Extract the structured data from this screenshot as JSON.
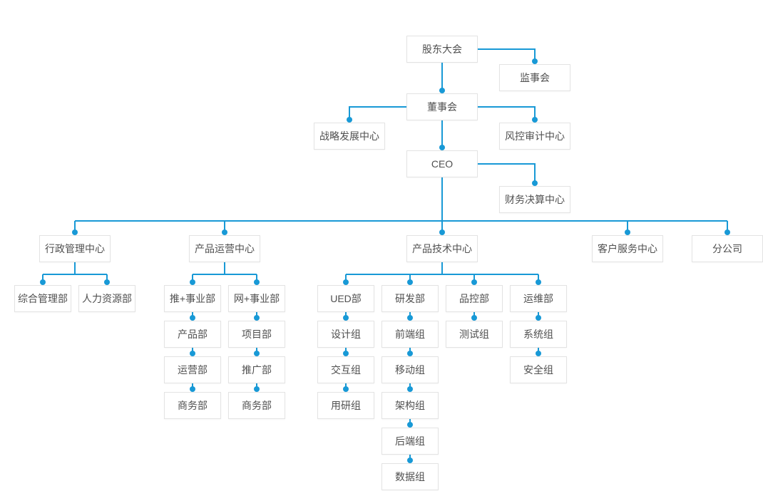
{
  "colors": {
    "line": "#1899d6",
    "node_border": "#e3e3e3",
    "node_bg": "#ffffff",
    "node_text": "#505050",
    "page_bg": "#ffffff"
  },
  "org": {
    "nodes": [
      {
        "id": "shareholders-meeting",
        "label": "股东大会"
      },
      {
        "id": "supervisory-board",
        "label": "监事会"
      },
      {
        "id": "board-of-directors",
        "label": "董事会"
      },
      {
        "id": "strategy-development-center",
        "label": "战略发展中心"
      },
      {
        "id": "risk-audit-center",
        "label": "风控审计中心"
      },
      {
        "id": "ceo",
        "label": "CEO"
      },
      {
        "id": "finance-settlement-center",
        "label": "财务决算中心"
      },
      {
        "id": "admin-management-center",
        "label": "行政管理中心"
      },
      {
        "id": "product-operation-center",
        "label": "产品运营中心"
      },
      {
        "id": "product-tech-center",
        "label": "产品技术中心"
      },
      {
        "id": "customer-service-center",
        "label": "客户服务中心"
      },
      {
        "id": "branch-company",
        "label": "分公司"
      },
      {
        "id": "general-management-dept",
        "label": "综合管理部"
      },
      {
        "id": "hr-dept",
        "label": "人力资源部"
      },
      {
        "id": "tui-division",
        "label": "推+事业部"
      },
      {
        "id": "wang-division",
        "label": "网+事业部"
      },
      {
        "id": "ued-dept",
        "label": "UED部"
      },
      {
        "id": "rnd-dept",
        "label": "研发部"
      },
      {
        "id": "qc-dept",
        "label": "品控部"
      },
      {
        "id": "ops-dept",
        "label": "运维部"
      },
      {
        "id": "product-dept",
        "label": "产品部"
      },
      {
        "id": "project-dept",
        "label": "项目部"
      },
      {
        "id": "design-team",
        "label": "设计组"
      },
      {
        "id": "frontend-team",
        "label": "前端组"
      },
      {
        "id": "testing-team",
        "label": "测试组"
      },
      {
        "id": "system-team",
        "label": "系统组"
      },
      {
        "id": "operation-dept",
        "label": "运营部"
      },
      {
        "id": "promotion-dept",
        "label": "推广部"
      },
      {
        "id": "interaction-team",
        "label": "交互组"
      },
      {
        "id": "mobile-team",
        "label": "移动组"
      },
      {
        "id": "security-team",
        "label": "安全组"
      },
      {
        "id": "business-dept-1",
        "label": "商务部"
      },
      {
        "id": "business-dept-2",
        "label": "商务部"
      },
      {
        "id": "user-research-team",
        "label": "用研组"
      },
      {
        "id": "architecture-team",
        "label": "架构组"
      },
      {
        "id": "backend-team",
        "label": "后端组"
      },
      {
        "id": "data-team",
        "label": "数据组"
      }
    ],
    "edges": [
      [
        "shareholders-meeting",
        "supervisory-board"
      ],
      [
        "shareholders-meeting",
        "board-of-directors"
      ],
      [
        "board-of-directors",
        "strategy-development-center"
      ],
      [
        "board-of-directors",
        "risk-audit-center"
      ],
      [
        "board-of-directors",
        "ceo"
      ],
      [
        "ceo",
        "finance-settlement-center"
      ],
      [
        "ceo",
        "admin-management-center"
      ],
      [
        "ceo",
        "product-operation-center"
      ],
      [
        "ceo",
        "product-tech-center"
      ],
      [
        "ceo",
        "customer-service-center"
      ],
      [
        "ceo",
        "branch-company"
      ],
      [
        "admin-management-center",
        "general-management-dept"
      ],
      [
        "admin-management-center",
        "hr-dept"
      ],
      [
        "product-operation-center",
        "tui-division"
      ],
      [
        "product-operation-center",
        "wang-division"
      ],
      [
        "product-tech-center",
        "ued-dept"
      ],
      [
        "product-tech-center",
        "rnd-dept"
      ],
      [
        "product-tech-center",
        "qc-dept"
      ],
      [
        "product-tech-center",
        "ops-dept"
      ],
      [
        "tui-division",
        "product-dept"
      ],
      [
        "product-dept",
        "operation-dept"
      ],
      [
        "operation-dept",
        "business-dept-1"
      ],
      [
        "wang-division",
        "project-dept"
      ],
      [
        "project-dept",
        "promotion-dept"
      ],
      [
        "promotion-dept",
        "business-dept-2"
      ],
      [
        "ued-dept",
        "design-team"
      ],
      [
        "design-team",
        "interaction-team"
      ],
      [
        "interaction-team",
        "user-research-team"
      ],
      [
        "rnd-dept",
        "frontend-team"
      ],
      [
        "frontend-team",
        "mobile-team"
      ],
      [
        "mobile-team",
        "architecture-team"
      ],
      [
        "architecture-team",
        "backend-team"
      ],
      [
        "backend-team",
        "data-team"
      ],
      [
        "qc-dept",
        "testing-team"
      ],
      [
        "ops-dept",
        "system-team"
      ],
      [
        "system-team",
        "security-team"
      ]
    ]
  }
}
